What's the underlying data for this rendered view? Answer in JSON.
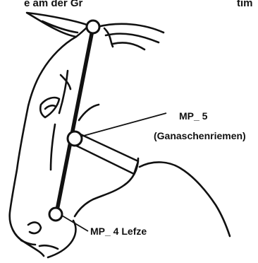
{
  "header_fragment_left": "e am der Gr",
  "header_fragment_right": "tim",
  "labels": {
    "mp5_line1": "MP_ 5",
    "mp5_line2": "(Ganaschenriemen)",
    "mp4": "MP_ 4 Lefze"
  },
  "colors": {
    "ink": "#111111",
    "background": "#ffffff"
  }
}
